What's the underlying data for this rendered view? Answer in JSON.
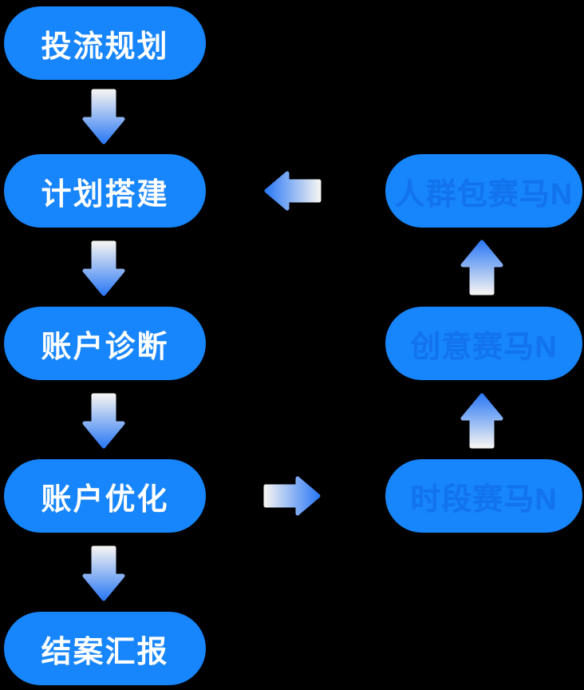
{
  "colors": {
    "background": "#000000",
    "pill_fill": "#1785FB",
    "main_step_text": "#FFFFFF",
    "race_step_text": "#1273EC",
    "arrow_gradient_tail": "#F2F2F2",
    "arrow_gradient_head": "#2F7BF5"
  },
  "flow": {
    "main_steps": [
      {
        "id": "traffic-planning",
        "label": "投流规划"
      },
      {
        "id": "campaign-setup",
        "label": "计划搭建"
      },
      {
        "id": "account-diagnosis",
        "label": "账户诊断"
      },
      {
        "id": "account-optimization",
        "label": "账户优化"
      },
      {
        "id": "final-report",
        "label": "结案汇报"
      }
    ],
    "race_steps": [
      {
        "id": "audience-pack-racing",
        "label": "人群包赛马N"
      },
      {
        "id": "creative-racing",
        "label": "创意赛马N"
      },
      {
        "id": "timeslot-racing",
        "label": "时段赛马N"
      }
    ],
    "connections": [
      {
        "from": "投流规划",
        "to": "计划搭建",
        "direction": "down"
      },
      {
        "from": "计划搭建",
        "to": "账户诊断",
        "direction": "down"
      },
      {
        "from": "账户诊断",
        "to": "账户优化",
        "direction": "down"
      },
      {
        "from": "账户优化",
        "to": "结案汇报",
        "direction": "down"
      },
      {
        "from": "账户优化",
        "to": "时段赛马N",
        "direction": "right"
      },
      {
        "from": "时段赛马N",
        "to": "创意赛马N",
        "direction": "up"
      },
      {
        "from": "创意赛马N",
        "to": "人群包赛马N",
        "direction": "up"
      },
      {
        "from": "人群包赛马N",
        "to": "计划搭建",
        "direction": "left"
      }
    ]
  }
}
